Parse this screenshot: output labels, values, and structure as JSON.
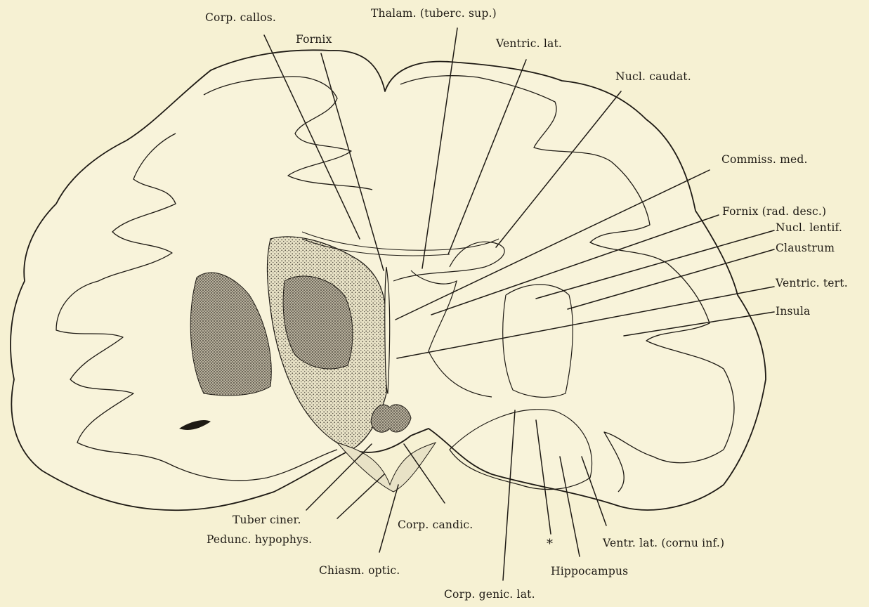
{
  "labels": {
    "corp_callos": "Corp. callos.",
    "thalam": "Thalam. (tuberc. sup.)",
    "fornix": "Fornix",
    "ventric_lat": "Ventric. lat.",
    "nucl_caudat": "Nucl. caudat.",
    "commiss_med": "Commiss. med.",
    "fornix_rad": "Fornix (rad. desc.)",
    "nucl_lentif": "Nucl. lentif.",
    "claustrum": "Claustrum",
    "ventric_tert": "Ventric. tert.",
    "insula": "Insula",
    "tuber_ciner": "Tuber ciner.",
    "pedunc_hypophys": "Pedunc. hypophys.",
    "corp_candic": "Corp. candic.",
    "chiasm_optic": "Chiasm. optic.",
    "corp_genic_lat": "Corp. genic. lat.",
    "asterisk": "*",
    "hippocampus": "Hippocampus",
    "ventr_lat_cornu": "Ventr. lat. (cornu inf.)"
  },
  "colors": {
    "paper": "#f6f1d3",
    "ink": "#1e1a14",
    "stipple": "#8a8478"
  }
}
